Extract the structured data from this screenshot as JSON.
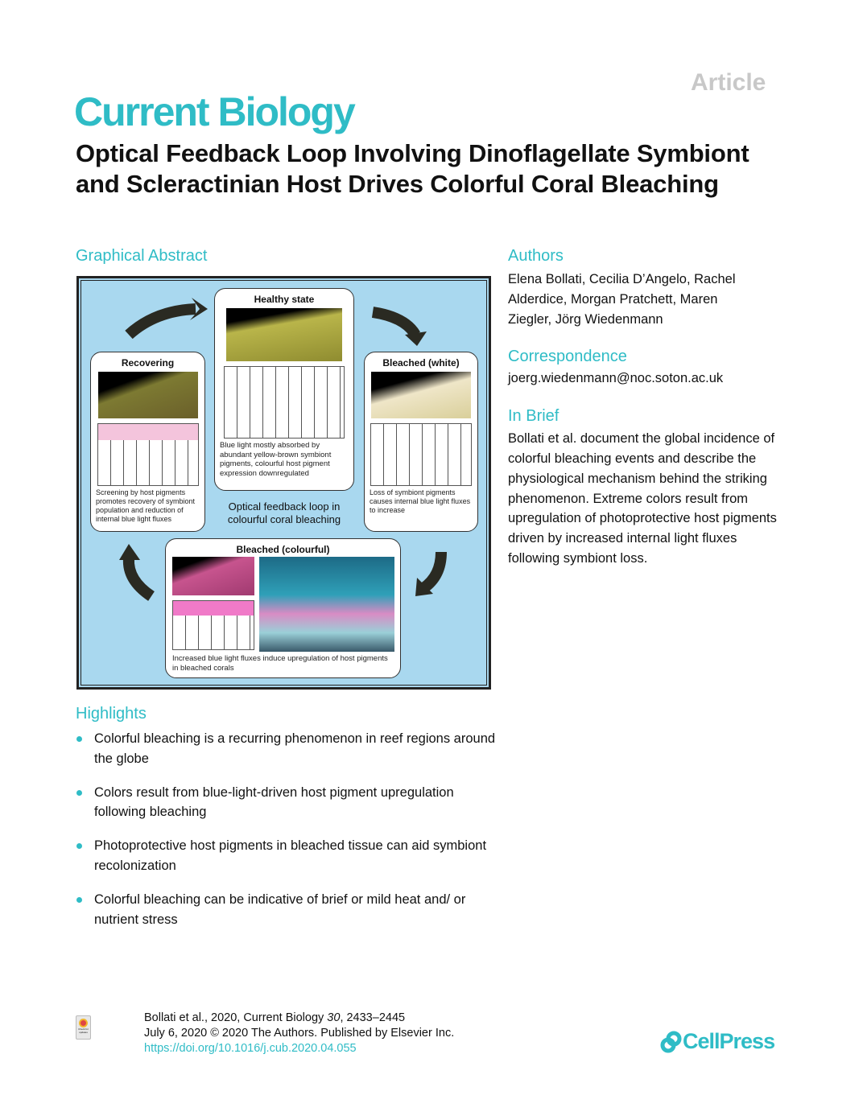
{
  "header": {
    "article_label": "Article",
    "journal": "Current Biology",
    "title": "Optical Feedback Loop Involving Dinoflagellate Symbiont and Scleractinian Host Drives Colorful Coral Bleaching"
  },
  "graphical_abstract": {
    "heading": "Graphical Abstract",
    "healthy": {
      "title": "Healthy state",
      "caption": "Blue light mostly absorbed by abundant yellow-brown symbiont pigments, colourful host pigment expression downregulated"
    },
    "recovering": {
      "title": "Recovering",
      "caption": "Screening by host pigments promotes recovery of symbiont population and reduction of internal blue light fluxes"
    },
    "bleached_white": {
      "title": "Bleached (white)",
      "caption": "Loss of symbiont pigments causes internal blue light fluxes to increase"
    },
    "bleached_colourful": {
      "title": "Bleached (colourful)",
      "caption": "Increased blue light fluxes induce upregulation of host pigments in bleached corals"
    },
    "center": "Optical feedback loop in colourful coral bleaching"
  },
  "authors": {
    "heading": "Authors",
    "text": "Elena Bollati, Cecilia D’Angelo, Rachel Alderdice, Morgan Pratchett, Maren Ziegler, Jörg Wiedenmann"
  },
  "correspondence": {
    "heading": "Correspondence",
    "email": "joerg.wiedenmann@noc.soton.ac.uk"
  },
  "in_brief": {
    "heading": "In Brief",
    "text": "Bollati et al. document the global incidence of colorful bleaching events and describe the physiological mechanism behind the striking phenomenon. Extreme colors result from upregulation of photoprotective host pigments driven by increased internal light fluxes following symbiont loss."
  },
  "highlights": {
    "heading": "Highlights",
    "items": [
      "Colorful bleaching is a recurring phenomenon in reef regions around the globe",
      "Colors result from blue-light-driven host pigment upregulation following bleaching",
      "Photoprotective host pigments in bleached tissue can aid symbiont recolonization",
      "Colorful bleaching can be indicative of brief or mild heat and/ or nutrient stress"
    ]
  },
  "footer": {
    "citation_pre": "Bollati et al., 2020, Current Biology ",
    "volume": "30",
    "citation_post": ", 2433–2445",
    "date_line": "July 6, 2020 © 2020 The Authors. Published by Elsevier Inc.",
    "doi": "https://doi.org/10.1016/j.cub.2020.04.055",
    "publisher": "CellPress",
    "check_updates": "Check for updates"
  }
}
